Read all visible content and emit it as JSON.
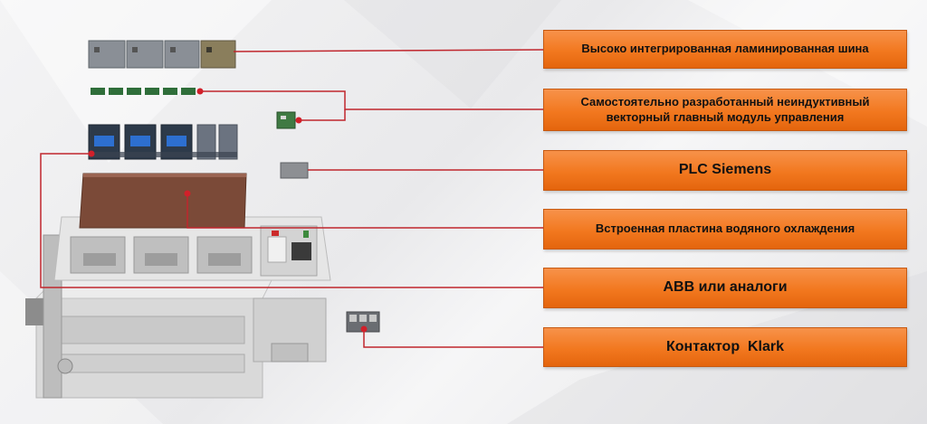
{
  "labels": {
    "busbar": "Высоко интегрированная ламинированная шина",
    "control_module": "Самостоятельно разработанный неиндуктивный векторный главный модуль управления",
    "plc": "PLC Siemens",
    "cooling_plate": "Встроенная пластина водяного охлаждения",
    "abb": "ABB или аналоги",
    "contactor": "Контактор  Klark"
  },
  "colors": {
    "label_fill": "#f2781f",
    "connector_line": "#c0262d",
    "connector_dot": "#d1202a",
    "cooling_plate": "#7b4a38"
  }
}
